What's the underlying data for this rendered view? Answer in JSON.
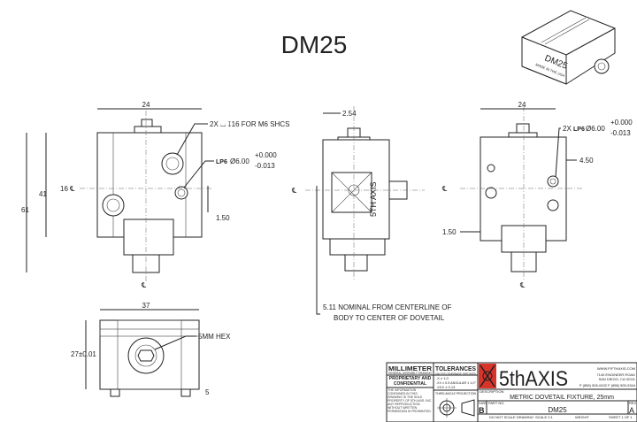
{
  "title": "DM25",
  "iso_view": {
    "label": "DM25",
    "sublabel": "MADE IN THE USA"
  },
  "front_view": {
    "dim_width": "24",
    "dim_height": "41",
    "dim_overall": "61",
    "dim_center": "16 ℄",
    "dim_offset": "1.50",
    "callout_counterbore": "2X ⌴ ↧16 FOR M6 SHCS",
    "callout_hole_prefix": "LP6",
    "callout_hole": "Ø6.00",
    "tol_plus": "+0.000",
    "tol_minus": "-0.013",
    "centerline": "℄"
  },
  "side_view": {
    "dim_top": "2.54",
    "label": "5TH AXIS",
    "centerline": "℄",
    "note_line1": "5.11 NOMINAL FROM CENTERLINE OF",
    "note_line2": "BODY TO CENTER OF DOVETAIL"
  },
  "right_view": {
    "dim_width": "24",
    "callout_prefix": "2X",
    "callout_hole_prefix": "LP6",
    "callout_hole": "Ø6.00",
    "tol_plus": "+0.000",
    "tol_minus": "-0.013",
    "dim_side": "4.50",
    "dim_offset": "1.50",
    "centerline": "℄"
  },
  "bottom_view": {
    "dim_width": "37",
    "dim_height": "27±0.01",
    "callout_hex": "5MM HEX",
    "dim_small": "5"
  },
  "title_block": {
    "units": "MILLIMETER",
    "units_note": "GENERAL ASSEMBLY DRAWING",
    "proprietary": "PROPRIETARY AND CONFIDENTIAL",
    "proprietary_note": "THE INFORMATION CONTAINED IN THIS DRAWING IS THE SOLE PROPERTY OF 5TH AXIS, INC. ANY REPRODUCTION WITHOUT WRITTEN PERMISSION IS PROHIBITED.",
    "tolerances": "TOLERANCES",
    "tol_note": "UNLESS OTHERWISE SPECIFIED",
    "tol_x": ".X ± 1.0",
    "tol_xx": ".XX ± 0.5   ANGULAR ± 1.0°",
    "tol_xxx": ".XXX ± 0.13",
    "projection": "THIRD ANGLE PROJECTION",
    "company": "5thAXIS",
    "website": "WWW.FIFTHAXIS.COM",
    "address1": "7140 ENGINEER ROAD",
    "address2": "SAN DIEGO, CA 92111",
    "phone": "P (858) 505-0432 F (858) 505-9344",
    "description_label": "DESCRIPTION",
    "description": "METRIC DOVETAIL FIXTURE, 25mm",
    "size_label": "SIZE",
    "size": "B",
    "part_label": "PART NO.",
    "part_no": "DM25",
    "rev_label": "REV",
    "rev": "A",
    "no_scale": "DO NOT SCALE DRAWING",
    "scale": "SCALE 2:1",
    "weight": "WEIGHT",
    "sheet": "SHEET 1 OF 1"
  },
  "colors": {
    "logo_red": "#d8342a",
    "line": "#222222"
  }
}
